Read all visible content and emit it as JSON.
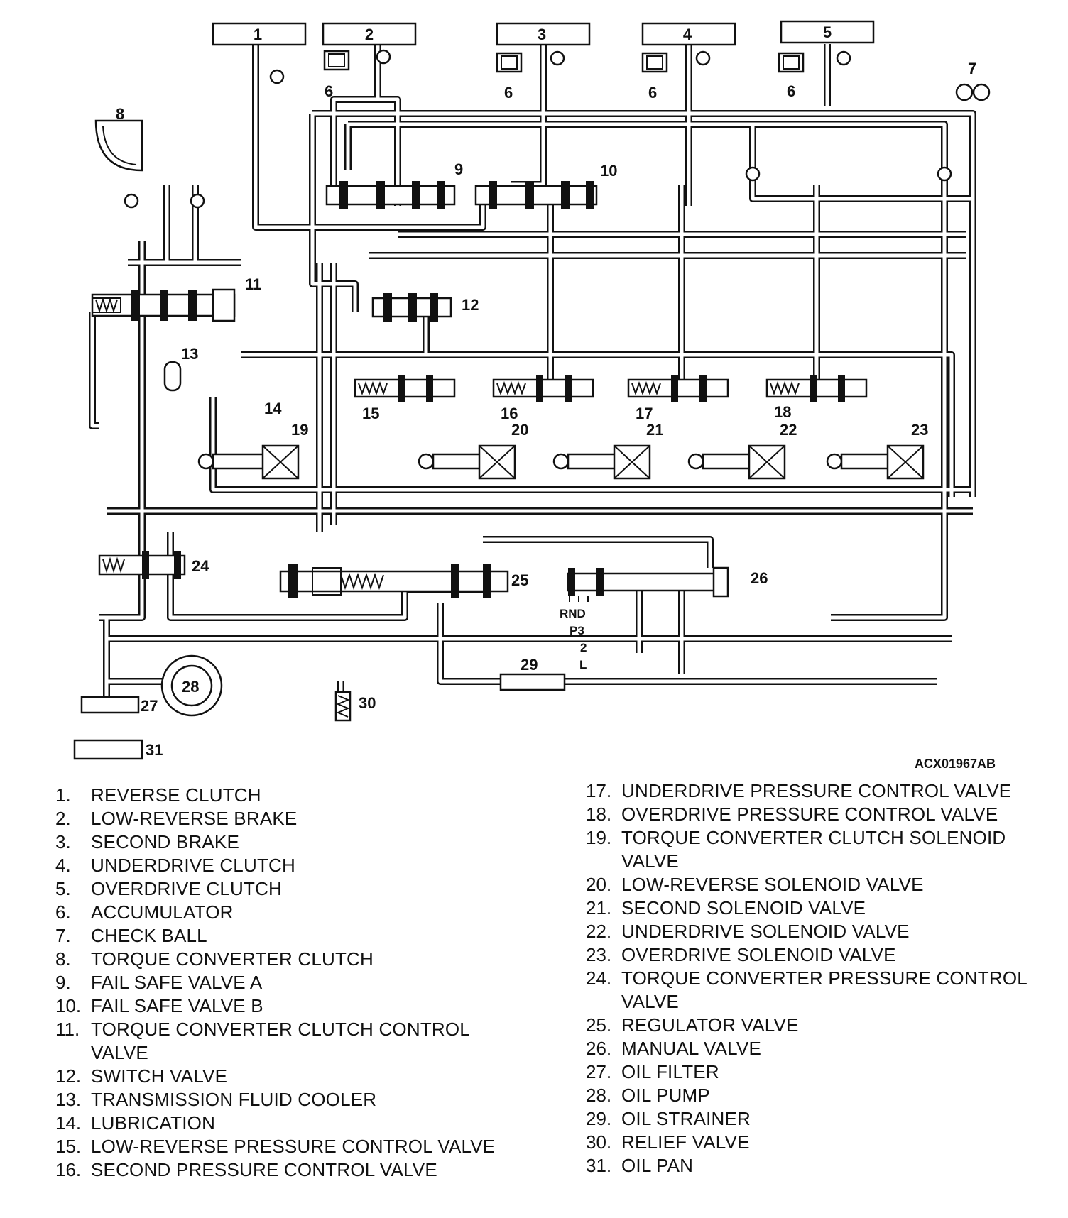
{
  "figure_code": "ACX01967AB",
  "diagram_labels": [
    "1",
    "2",
    "3",
    "4",
    "5",
    "6",
    "7",
    "8",
    "9",
    "10",
    "11",
    "12",
    "13",
    "14",
    "15",
    "16",
    "17",
    "18",
    "19",
    "20",
    "21",
    "22",
    "23",
    "24",
    "25",
    "26",
    "27",
    "28",
    "29",
    "30",
    "31"
  ],
  "manual_positions": {
    "row1": "RND",
    "row2": "P3",
    "row3": "2",
    "row4": "L"
  },
  "legend": {
    "left": [
      {
        "num": "1.",
        "text": "REVERSE CLUTCH"
      },
      {
        "num": "2.",
        "text": "LOW-REVERSE BRAKE"
      },
      {
        "num": "3.",
        "text": "SECOND BRAKE"
      },
      {
        "num": "4.",
        "text": "UNDERDRIVE CLUTCH"
      },
      {
        "num": "5.",
        "text": "OVERDRIVE CLUTCH"
      },
      {
        "num": "6.",
        "text": "ACCUMULATOR"
      },
      {
        "num": "7.",
        "text": "CHECK BALL"
      },
      {
        "num": "8.",
        "text": "TORQUE CONVERTER CLUTCH"
      },
      {
        "num": "9.",
        "text": "FAIL SAFE VALVE A"
      },
      {
        "num": "10.",
        "text": "FAIL SAFE VALVE B"
      },
      {
        "num": "11.",
        "text": "TORQUE CONVERTER CLUTCH CONTROL VALVE"
      },
      {
        "num": "12.",
        "text": "SWITCH VALVE"
      },
      {
        "num": "13.",
        "text": "TRANSMISSION FLUID COOLER"
      },
      {
        "num": "14.",
        "text": "LUBRICATION"
      },
      {
        "num": "15.",
        "text": "LOW-REVERSE PRESSURE CONTROL VALVE"
      },
      {
        "num": "16.",
        "text": "SECOND PRESSURE CONTROL VALVE"
      }
    ],
    "right": [
      {
        "num": "17.",
        "text": "UNDERDRIVE PRESSURE CONTROL VALVE"
      },
      {
        "num": "18.",
        "text": "OVERDRIVE PRESSURE CONTROL VALVE"
      },
      {
        "num": "19.",
        "text": "TORQUE CONVERTER CLUTCH SOLENOID VALVE"
      },
      {
        "num": "20.",
        "text": "LOW-REVERSE SOLENOID VALVE"
      },
      {
        "num": "21.",
        "text": "SECOND SOLENOID VALVE"
      },
      {
        "num": "22.",
        "text": "UNDERDRIVE SOLENOID VALVE"
      },
      {
        "num": "23.",
        "text": "OVERDRIVE SOLENOID VALVE"
      },
      {
        "num": "24.",
        "text": "TORQUE CONVERTER PRESSURE CONTROL VALVE"
      },
      {
        "num": "25.",
        "text": "REGULATOR VALVE"
      },
      {
        "num": "26.",
        "text": "MANUAL VALVE"
      },
      {
        "num": "27.",
        "text": "OIL FILTER"
      },
      {
        "num": "28.",
        "text": "OIL PUMP"
      },
      {
        "num": "29.",
        "text": "OIL STRAINER"
      },
      {
        "num": "30.",
        "text": "RELIEF VALVE"
      },
      {
        "num": "31.",
        "text": "OIL PAN"
      }
    ]
  }
}
